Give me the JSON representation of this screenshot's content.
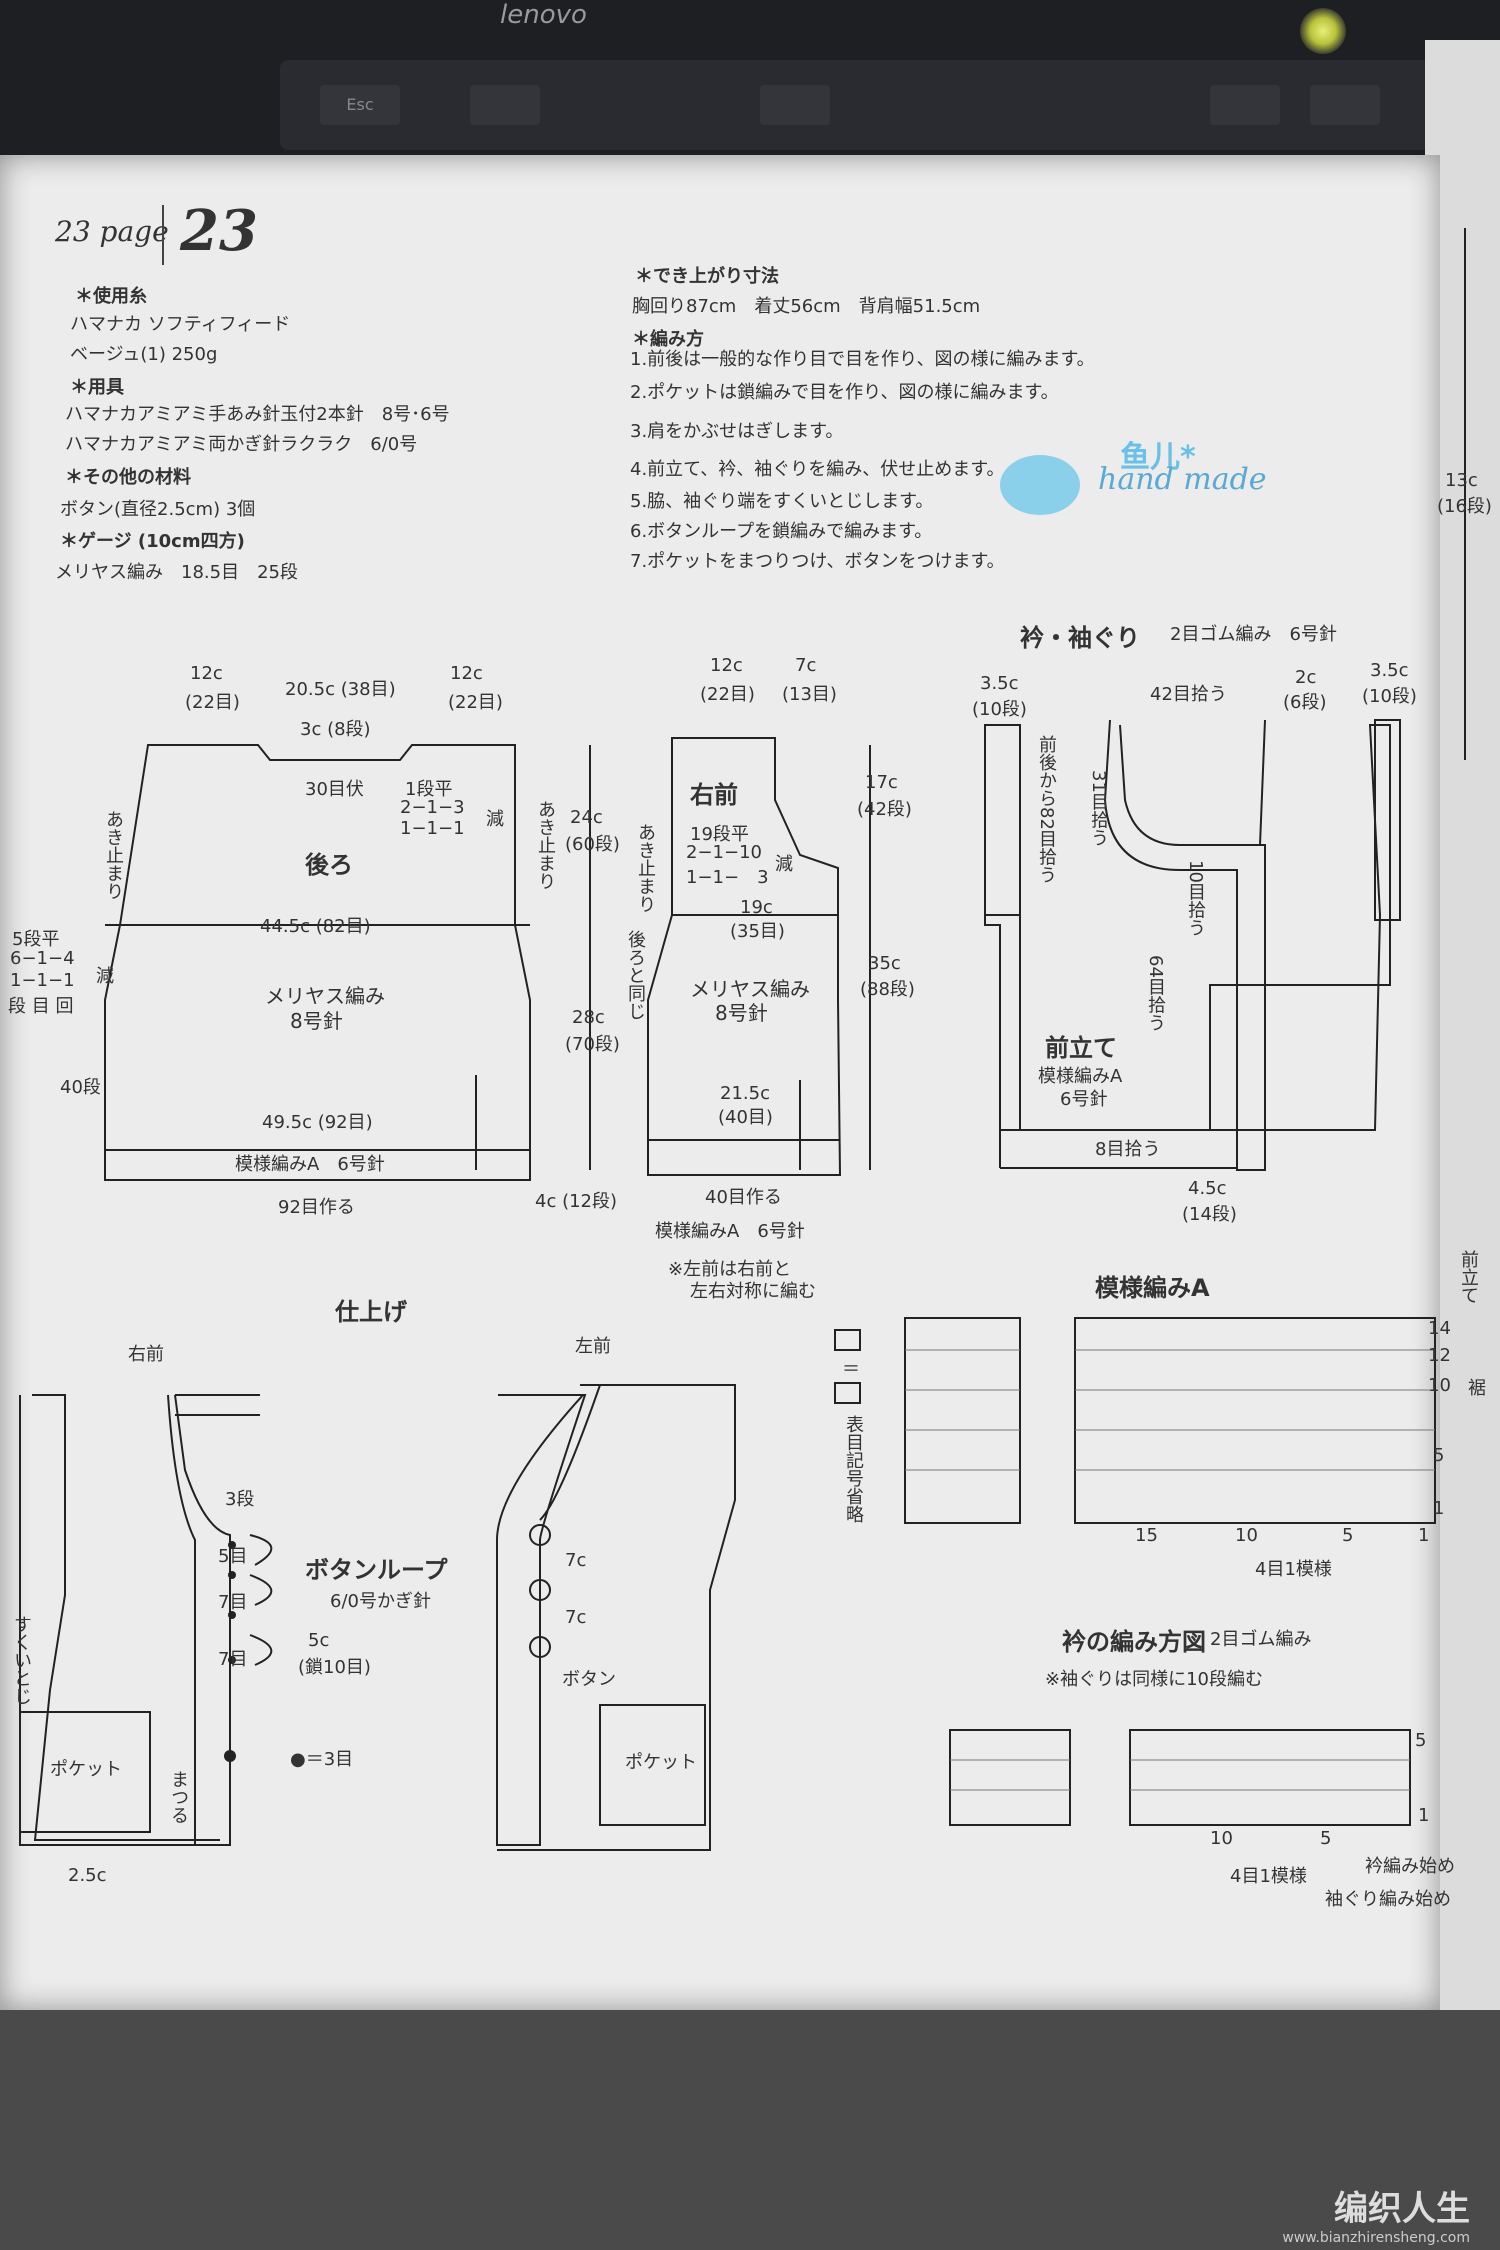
{
  "header": {
    "page_label": "23 page",
    "page_number": "23"
  },
  "materials": {
    "yarn_heading": "＊使用糸",
    "yarn_brand": "ハマナカ ソフティフィード",
    "yarn_color": "ベージュ(1) 250g",
    "tools_heading": "＊用具",
    "tools_1": "ハマナカアミアミ手あみ針玉付2本針　8号･6号",
    "tools_2": "ハマナカアミアミ両かぎ針ラクラク　6/0号",
    "other_heading": "＊その他の材料",
    "other_1": "ボタン(直径2.5cm) 3個",
    "gauge_heading": "＊ゲージ (10cm四方)",
    "gauge_1": "メリヤス編み　18.5目　25段"
  },
  "finished_size": {
    "heading": "＊でき上がり寸法",
    "values": "胸回り87cm　着丈56cm　背肩幅51.5cm"
  },
  "method": {
    "heading": "＊編み方",
    "steps": [
      "1.前後は一般的な作り目で目を作り、図の様に編みます。",
      "2.ポケットは鎖編みで目を作り、図の様に編みます。",
      "3.肩をかぶせはぎします。",
      "4.前立て、衿、袖ぐりを編み、伏せ止めます。",
      "5.脇、袖ぐり端をすくいとじします。",
      "6.ボタンループを鎖編みで編みます。",
      "7.ポケットをまつりつけ、ボタンをつけます。"
    ]
  },
  "watermark": {
    "cn": "鱼儿*",
    "en": "hand made",
    "site": "编织人生",
    "url": "www.bianzhirensheng.com"
  },
  "back": {
    "title": "後ろ",
    "top_left": "12c",
    "top_left_st": "(22目)",
    "top_mid": "20.5c (38目)",
    "top_right": "12c",
    "top_right_st": "(22目)",
    "neck_depth": "3c (8段)",
    "neck_bind": "30目伏",
    "neck_dec1": "1段平",
    "neck_dec2": "2−1−3",
    "neck_dec3": "1−1−1",
    "neck_dec_lbl": "減",
    "open_l": "あき止まり",
    "open_r": "あき止まり",
    "side_dec1": "5段平",
    "side_dec2": "6−1−4",
    "side_dec3": "1−1−1",
    "side_dec4": "段 目 回",
    "side_dec_lbl": "減",
    "width_mid": "44.5c (82目)",
    "stitch": "メリヤス編み",
    "needle": "8号針",
    "rows_40": "40段",
    "width_hem": "49.5c (92目)",
    "hem_pattern": "模様編みA　6号針",
    "cast_on": "92目作る"
  },
  "heights": {
    "h24": "24c",
    "h24_rows": "(60段)",
    "h28": "28c",
    "h28_rows": "(70段)",
    "h4": "4c (12段)"
  },
  "right_front": {
    "title": "右前",
    "top_left": "12c",
    "top_left_st": "(22目)",
    "top_right": "7c",
    "top_right_st": "(13目)",
    "dec1": "19段平",
    "dec2": "2−1−10",
    "dec3": "1−1−　3",
    "dec_lbl": "減",
    "open": "あき止まり",
    "width_mid": "19c",
    "width_mid_st": "(35目)",
    "same_as_back": "後ろと同じ",
    "stitch": "メリヤス編み",
    "needle": "8号針",
    "width_hem": "21.5c",
    "width_hem_st": "(40目)",
    "cast_on": "40目作る",
    "hem_pattern": "模様編みA　6号針",
    "h17": "17c",
    "h17_rows": "(42段)",
    "h35": "35c",
    "h35_rows": "(88段)",
    "note1": "※左前は右前と",
    "note2": "左右対称に編む"
  },
  "collar": {
    "title": "衿・袖ぐり",
    "subtitle": "2目ゴム編み　6号針",
    "left_w": "3.5c",
    "left_w_rows": "(10段)",
    "pick_top": "42目拾う",
    "right_w2": "2c",
    "right_w2_rows": "(6段)",
    "right_w": "3.5c",
    "right_w_rows": "(10段)",
    "pick_82": "前後から82目拾う",
    "pick_31": "31目拾う",
    "pick_10": "10目拾う",
    "pick_64": "64目拾う",
    "band_title": "前立て",
    "band_pattern": "模様編みA",
    "band_needle": "6号針",
    "pick_8": "8目拾う",
    "band_w": "4.5c",
    "band_rows": "(14段)",
    "side_13": "13c",
    "side_13_rows": "(16段)"
  },
  "finishing": {
    "title": "仕上げ",
    "right": "右前",
    "left": "左前",
    "r3": "3段",
    "r5": "5目",
    "r7a": "7目",
    "r7b": "7目",
    "loop_title": "ボタンループ",
    "loop_hook": "6/0号かぎ針",
    "loop_len": "5c",
    "loop_chain": "(鎖10目)",
    "dot_eq": "●＝3目",
    "seam": "すくいとじ",
    "pocket": "ポケット",
    "sew": "まつる",
    "pocket_w": "2.5c",
    "l7a": "7c",
    "l7b": "7c",
    "button": "ボタン",
    "pocket2": "ポケット"
  },
  "legend": {
    "eq": "＝",
    "omit": "表目記号省略"
  },
  "pattern_a": {
    "title": "模様編みA",
    "r14": "14",
    "r12": "12",
    "r10": "10",
    "r5": "5",
    "r1": "1",
    "band_lbl": "前立て",
    "hem_lbl": "裾",
    "c15": "15",
    "c10": "10",
    "c5": "5",
    "c1": "1",
    "repeat": "4目1模様"
  },
  "collar_chart": {
    "title": "衿の編み方図",
    "subtitle": "2目ゴム編み",
    "note": "※袖ぐりは同様に10段編む",
    "c10": "10",
    "c5": "5",
    "repeat": "4目1模様",
    "start_collar": "衿編み始め",
    "start_sleeve": "袖ぐり編み始め",
    "r5": "5",
    "r1": "1"
  }
}
